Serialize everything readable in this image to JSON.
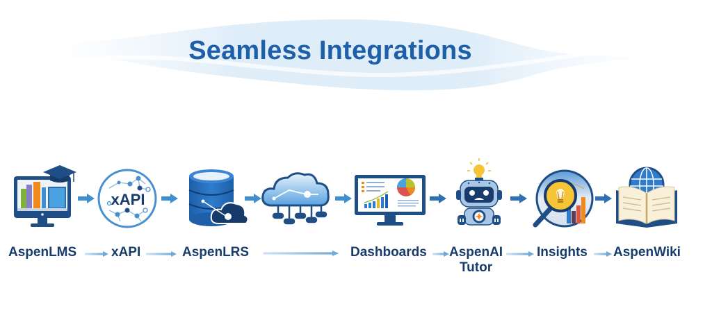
{
  "title": "Seamless Integrations",
  "colors": {
    "title": "#1d5fa8",
    "label": "#173b6b",
    "arrow": "#3e8fd0",
    "dark_blue": "#1f4e86",
    "banner_wave": "#d8e9f7"
  },
  "flow": [
    {
      "id": "aspenlms",
      "label": "AspenLMS",
      "icon": "monitor-books-graduation-cap-icon"
    },
    {
      "id": "xapi",
      "label": "xAPI",
      "icon": "xapi-network-circle-icon",
      "icon_text": "xAPI"
    },
    {
      "id": "aspenlrs",
      "label": "AspenLRS",
      "icon": "database-cloud-icon"
    },
    {
      "id": "cloud",
      "label": "",
      "icon": "cloud-network-icon"
    },
    {
      "id": "dashboards",
      "label": "Dashboards",
      "icon": "dashboard-monitor-icon"
    },
    {
      "id": "aspenai",
      "label": "AspenAI",
      "label_line2": "Tutor",
      "icon": "robot-lightbulb-icon"
    },
    {
      "id": "insights",
      "label": "Insights",
      "icon": "magnifier-lightbulb-chart-icon"
    },
    {
      "id": "aspenwiki",
      "label": "AspenWiki",
      "icon": "open-book-globe-icon"
    }
  ]
}
